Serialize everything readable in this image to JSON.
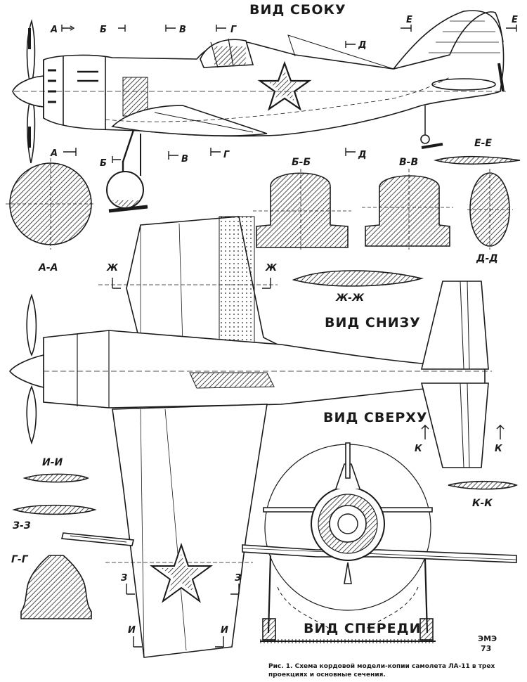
{
  "views": {
    "side": "ВИД СБОКУ",
    "bottom": "ВИД СНИЗУ",
    "top": "ВИД СВЕРХУ",
    "front": "ВИД СПЕРЕДИ"
  },
  "section_labels": {
    "aa": "А-А",
    "bb": "Б-Б",
    "vv": "В-В",
    "ee": "Е-Е",
    "dd": "Д-Д",
    "zhzh": "Ж-Ж",
    "ii": "И-И",
    "zz": "З-З",
    "gg": "Г-Г",
    "kk": "К-К"
  },
  "cut_letters": {
    "a": "А",
    "b": "Б",
    "v": "В",
    "g": "Г",
    "d": "Д",
    "e": "Е",
    "zh": "Ж",
    "z": "З",
    "i": "И",
    "k": "К"
  },
  "caption": {
    "line1": "Рис. 1. Схема кордовой модели-копии самолета ЛА-11 в трех",
    "line2": "проекциях и основные сечения."
  },
  "logo": {
    "mark": "ЭМЭ",
    "number": "73"
  },
  "colors": {
    "ink": "#1a1a1a",
    "paper": "#ffffff",
    "hatch": "#222222"
  }
}
